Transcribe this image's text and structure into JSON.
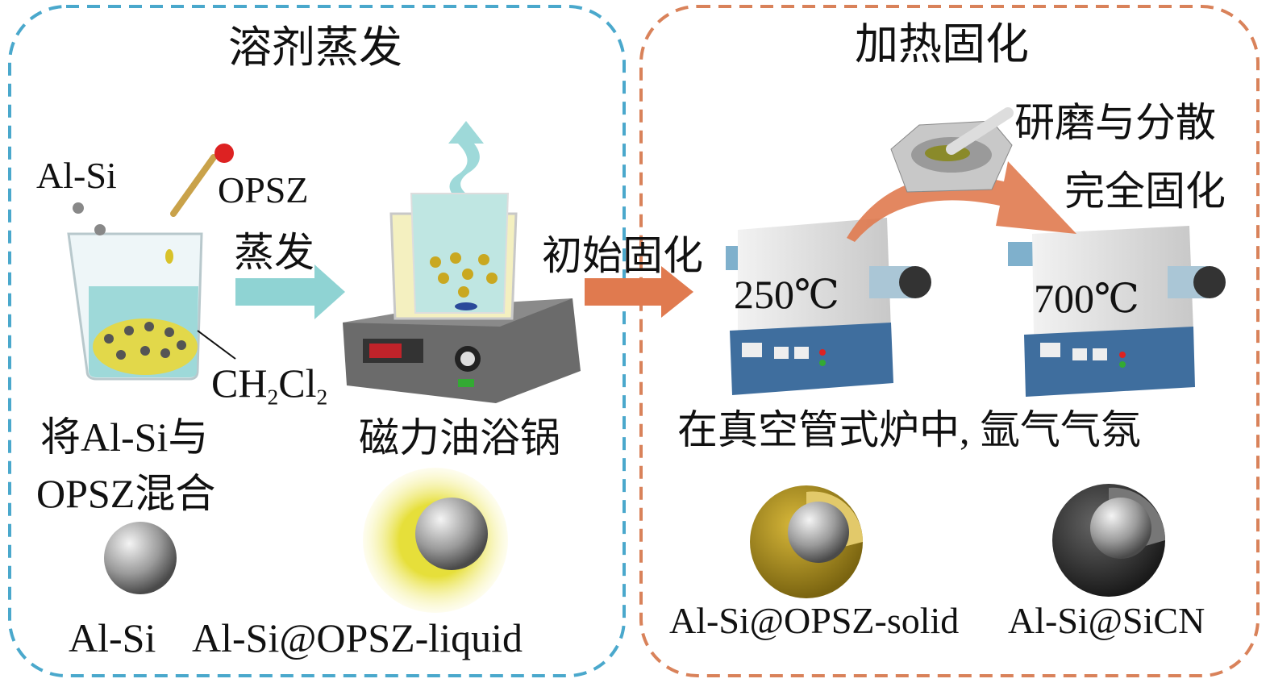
{
  "panels": {
    "left_title": "溶剂蒸发",
    "right_title": "加热固化"
  },
  "labels": {
    "al_si_top": "Al-Si",
    "opsz": "OPSZ",
    "evaporate": "蒸发",
    "initial_cure": "初始固化",
    "grind": "研磨与分散",
    "full_cure": "完全固化",
    "temp1": "250℃",
    "temp2": "700℃",
    "solvent_main": "CH",
    "solvent_sub1": "2",
    "solvent_cl": "Cl",
    "solvent_sub2": "2",
    "mix_line1": "将Al-Si与",
    "mix_line2": "OPSZ混合",
    "oil_bath": "磁力油浴锅",
    "furnace": "在真空管式炉中, 氩气气氛",
    "sphere1": "Al-Si",
    "sphere2": "Al-Si@OPSZ-liquid",
    "sphere3": "Al-Si@OPSZ-solid",
    "sphere4": "Al-Si@SiCN"
  },
  "colors": {
    "left_border": "#4aa8cc",
    "right_border": "#d9825a",
    "arrow_teal": "#8fd3d3",
    "arrow_orange": "#e07a4f",
    "furnace_blue": "#3f6e9e",
    "shell_yellow": "#e8e24a",
    "shell_olive": "#b89a20",
    "shell_black": "#2f2f2f"
  }
}
